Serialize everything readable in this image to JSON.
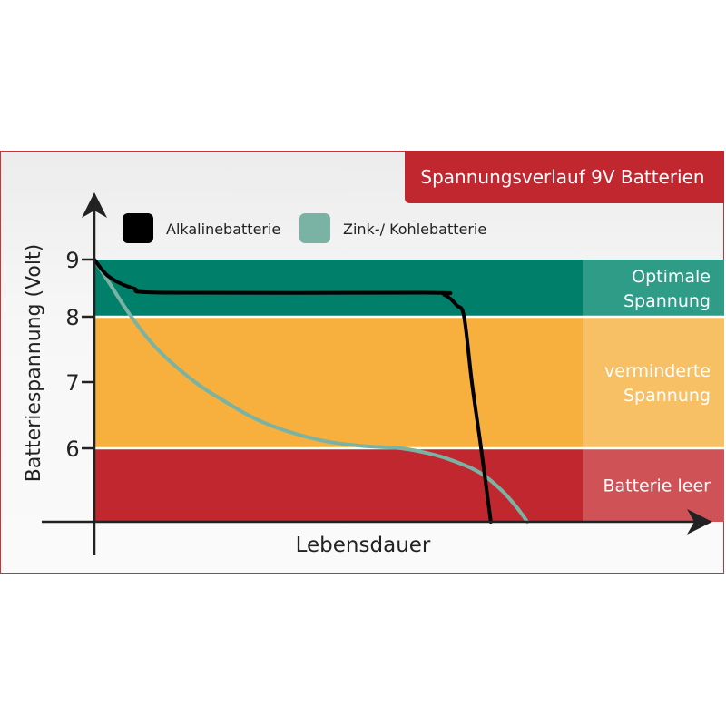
{
  "chart_data": {
    "type": "line",
    "title": "Spannungsverlauf 9V Batterien",
    "xlabel": "Lebensdauer",
    "ylabel": "Batteriespannung (Volt)",
    "ylim": [
      4.9,
      9
    ],
    "xlim": [
      0,
      100
    ],
    "yticks": [
      9,
      8,
      7,
      6
    ],
    "ytick_labels": [
      "9",
      "8",
      "7",
      "6"
    ],
    "legend_position": "top-left",
    "bands": [
      {
        "label_lines": [
          "Optimale",
          "Spannung"
        ],
        "from": 8,
        "to": 9,
        "color": "#00806a",
        "label_bg": "#2f9c88"
      },
      {
        "label_lines": [
          "verminderte",
          "Spannung"
        ],
        "from": 6,
        "to": 8,
        "color": "#f7b03e",
        "label_bg": "#f8c064"
      },
      {
        "label_lines": [
          "Batterie leer"
        ],
        "from": 4.9,
        "to": 6,
        "color": "#c0272f",
        "label_bg": "#cf5257"
      }
    ],
    "series": [
      {
        "name": "Alkalinebatterie",
        "color": "#000000",
        "x": [
          0,
          3,
          8,
          15,
          68,
          72,
          74.5,
          76,
          77.6,
          79.5,
          81.5
        ],
        "y": [
          9,
          8.7,
          8.5,
          8.42,
          8.42,
          8.38,
          8.2,
          8.0,
          7.0,
          6.0,
          4.9
        ]
      },
      {
        "name": "Zink-/ Kohlebatterie",
        "color": "#7ab3a3",
        "x": [
          0,
          3,
          7.6,
          13,
          20.7,
          27,
          33,
          40,
          48,
          56,
          63,
          70,
          76,
          80,
          84,
          87,
          89
        ],
        "y": [
          9,
          8.6,
          8.0,
          7.5,
          7.0,
          6.7,
          6.45,
          6.25,
          6.1,
          6.03,
          6.0,
          5.9,
          5.75,
          5.6,
          5.35,
          5.1,
          4.9
        ]
      }
    ]
  }
}
